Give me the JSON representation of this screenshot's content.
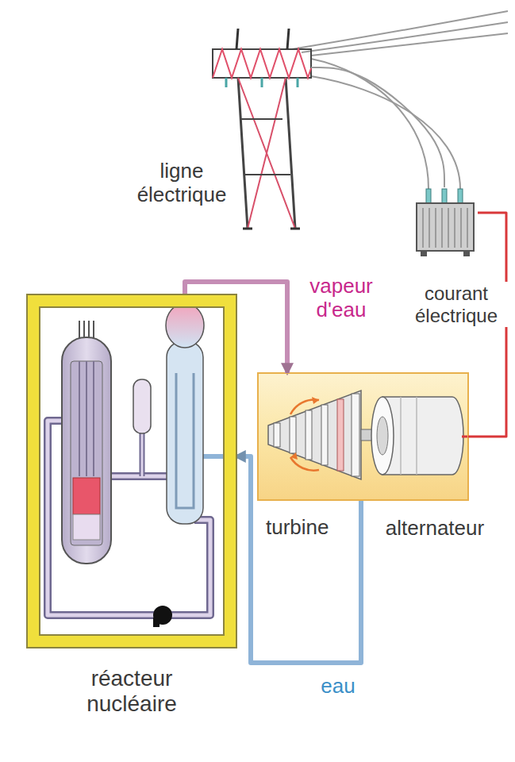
{
  "diagram": {
    "nodes": [
      {
        "text": [
          "ligne électrique"
        ]
      },
      {
        "text": [
          "courant électrique"
        ]
      },
      {
        "text": [
          "réacteur nucléaire"
        ]
      },
      {
        "text": [
          "turbine"
        ]
      },
      {
        "text": [
          "alternateur"
        ],
        "in": 3
      }
    ],
    "edges": [
      {
        "from": 2,
        "to": 3,
        "label": "vapeur d'eau",
        "arrow": "to"
      },
      {
        "from": 3,
        "to": 2,
        "label": "eau",
        "arrow": "to"
      },
      {
        "from": 4,
        "to": 1,
        "arrow": "none"
      },
      {
        "from": 1,
        "to": 0,
        "arrow": "none"
      }
    ]
  }
}
